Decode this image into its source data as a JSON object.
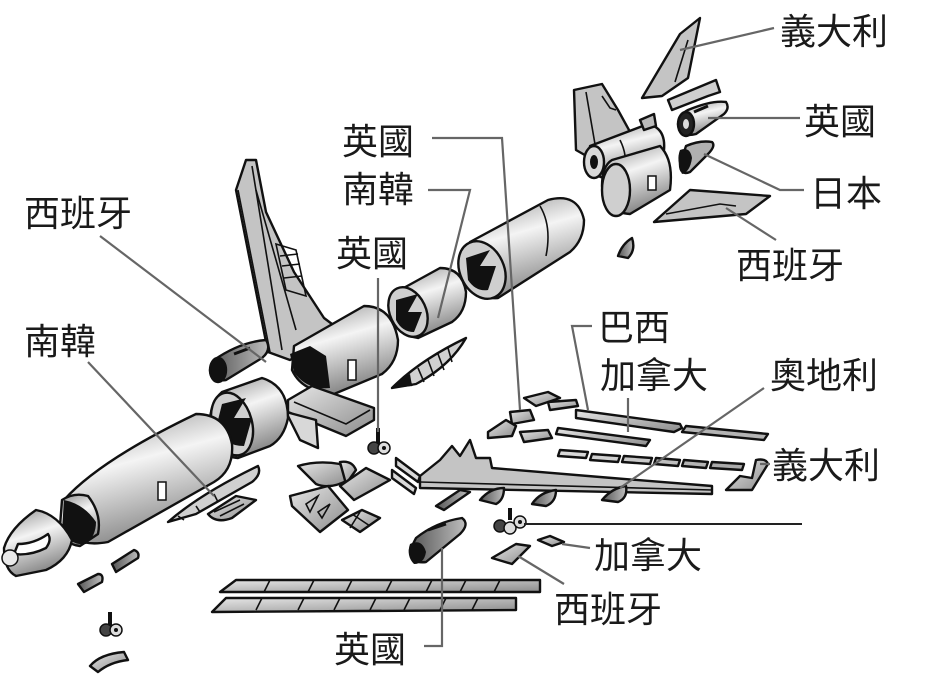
{
  "diagram": {
    "subject": "exploded-aircraft-parts-by-country",
    "labels": [
      {
        "id": "tail-fin-top",
        "text": "義大利",
        "part": "vertical-stabilizer-tip"
      },
      {
        "id": "tail-engine-nacelle",
        "text": "英國",
        "part": "rear-engine-nacelle"
      },
      {
        "id": "tail-cone",
        "text": "日本",
        "part": "tail-cone"
      },
      {
        "id": "horizontal-stabilizer",
        "text": "西班牙",
        "part": "horizontal-stabilizer"
      },
      {
        "id": "mid-fuselage-upper",
        "text": "英國",
        "part": "wing-fairing-parts"
      },
      {
        "id": "fuselage-section-korea",
        "text": "南韓",
        "part": "fuselage-section"
      },
      {
        "id": "nose-gear-uk",
        "text": "英國",
        "part": "main-landing-gear"
      },
      {
        "id": "wing-engine-spain",
        "text": "西班牙",
        "part": "engine-pylon"
      },
      {
        "id": "forward-fuselage-korea",
        "text": "南韓",
        "part": "wing-root-fairing"
      },
      {
        "id": "flap-brazil",
        "text": "巴西",
        "part": "wing-flap"
      },
      {
        "id": "flap-canada",
        "text": "加拿大",
        "part": "wing-flap-inner"
      },
      {
        "id": "wing-austria",
        "text": "奧地利",
        "part": "wing-fairing"
      },
      {
        "id": "winglet-italy",
        "text": "義大利",
        "part": "winglet"
      },
      {
        "id": "gear-door-canada",
        "text": "加拿大",
        "part": "landing-gear-door"
      },
      {
        "id": "gear-door-spain",
        "text": "西班牙",
        "part": "landing-gear-fairing"
      },
      {
        "id": "engine-uk",
        "text": "英國",
        "part": "wing-engine"
      }
    ]
  },
  "colors": {
    "part_fill": "#c4c4c4",
    "outline": "#111111",
    "leader": "#666666",
    "text": "#1a1a1a"
  }
}
